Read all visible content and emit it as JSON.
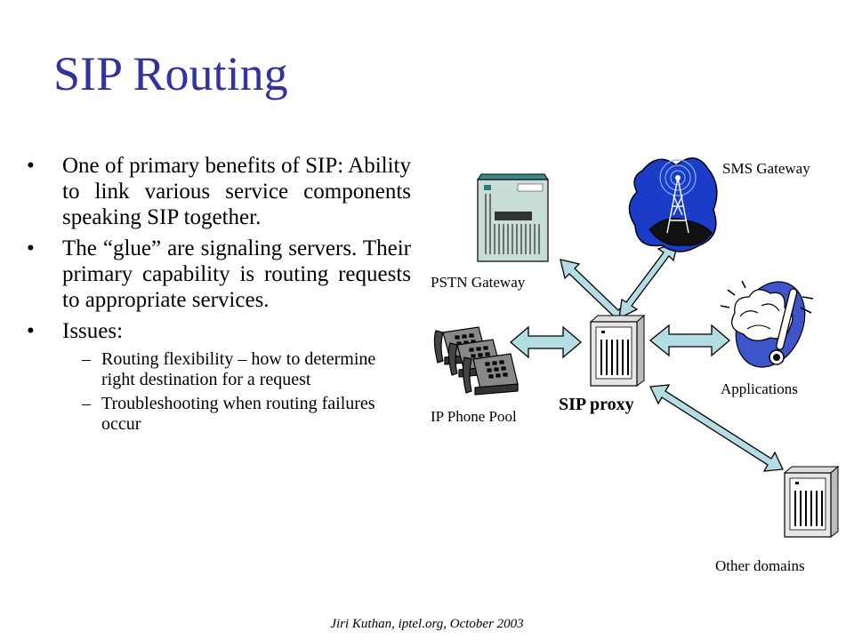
{
  "title": "SIP Routing",
  "bullets": [
    {
      "text": "One of primary benefits of SIP: Ability to link various service components speaking SIP together."
    },
    {
      "text": "The “glue” are signaling servers. Their primary capability is routing requests to appropriate services."
    },
    {
      "text": "Issues:",
      "sub": [
        "Routing flexibility – how to determine right destination for a request",
        "Troubleshooting when routing failures occur"
      ]
    }
  ],
  "bullet_symbol": "•",
  "dash_symbol": "–",
  "diagram": {
    "labels": {
      "sms_gateway": "SMS Gateway",
      "pstn_gateway": "PSTN Gateway",
      "applications": "Applications",
      "ip_phone_pool": "IP Phone Pool",
      "sip_proxy": "SIP proxy",
      "other_domains": "Other domains"
    },
    "colors": {
      "arrow_fill": "#b3dde3",
      "title": "#3333a0",
      "sms_blue": "#1a3cc7"
    }
  },
  "footer": "Jiri Kuthan, iptel.org, October 2003"
}
